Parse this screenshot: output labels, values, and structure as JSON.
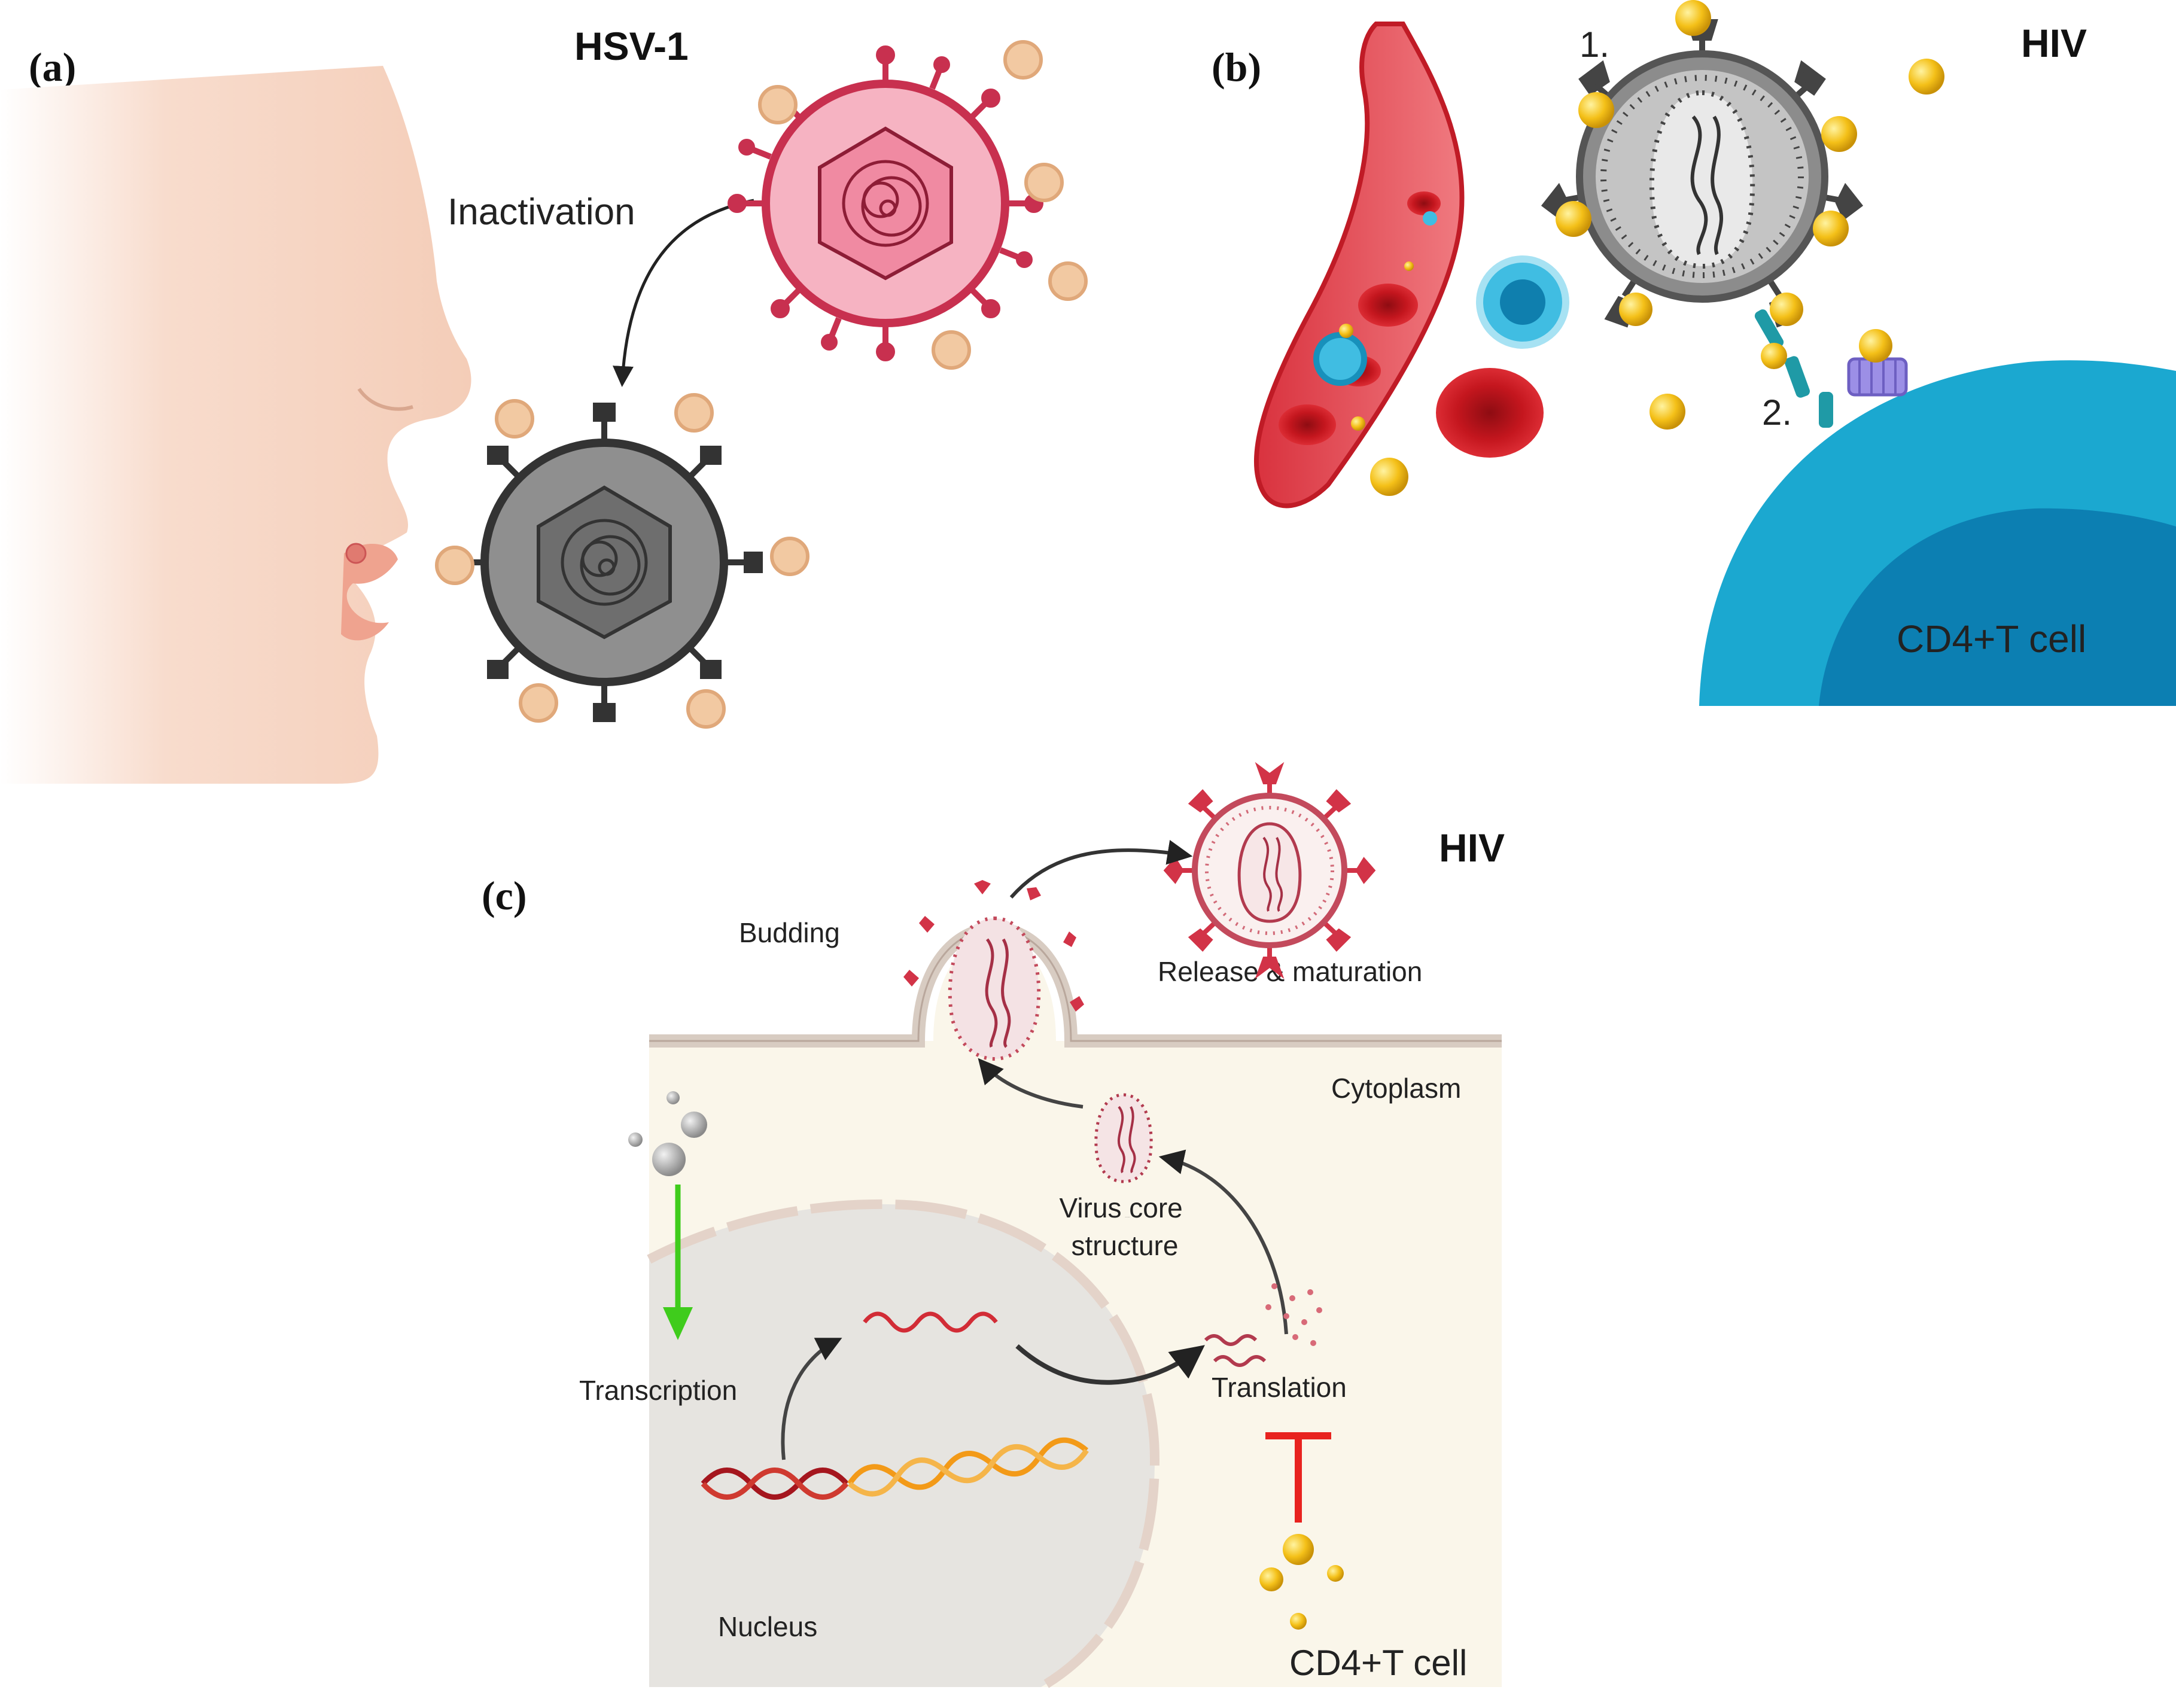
{
  "panels": {
    "a": {
      "label": "(a)",
      "virus": "HSV-1",
      "process": "Inactivation",
      "colors": {
        "active_virus": "#c8304f",
        "active_core": "#f6b3c2",
        "inactive_virus": "#333333",
        "inactive_core": "#8f8f8f",
        "nanoparticle": "#f2c9a2",
        "skin": "#f6d2bf"
      }
    },
    "b": {
      "label": "(b)",
      "virus": "HIV",
      "step1": "1.",
      "step2": "2.",
      "cell": "CD4+T cell",
      "colors": {
        "vessel": "#d9323e",
        "blood_cell": "#c4161e",
        "nanoparticle": "#f4c018",
        "t_cell_membrane": "#1ba8d0",
        "t_cell_inner": "#0c7fb2",
        "leukocyte": "#40bde2"
      }
    },
    "c": {
      "label": "(c)",
      "virus": "HIV",
      "budding": "Budding",
      "release": "Release & maturation",
      "cytoplasm": "Cytoplasm",
      "virus_core": "Virus core structure",
      "transcription": "Transcription",
      "translation": "Translation",
      "nucleus": "Nucleus",
      "cell": "CD4+T cell",
      "colors": {
        "cytoplasm": "#faf6ea",
        "nucleus": "#e6e4e0",
        "membrane": "#d8ccc2",
        "rna": "#d22c36",
        "dna_dark": "#a5161e",
        "dna_light": "#f39a18",
        "transcription_arrow": "#3fcc1c",
        "inhibition": "#e8231f",
        "nanoparticle": "#d8b224"
      }
    }
  }
}
